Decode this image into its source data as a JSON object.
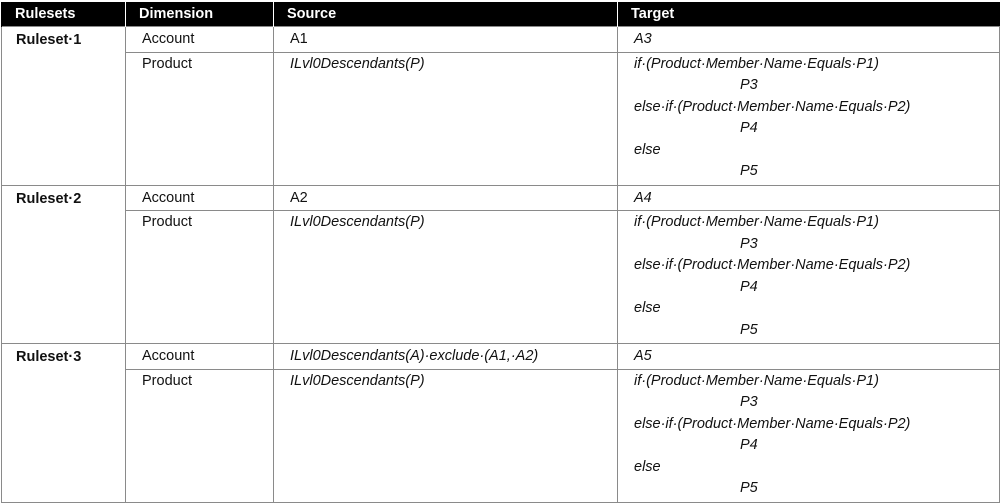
{
  "headers": {
    "rulesets": "Rulesets",
    "dimension": "Dimension",
    "source": "Source",
    "target": "Target"
  },
  "rulesets": [
    {
      "name": "Ruleset·1",
      "account": {
        "dimension": "Account",
        "source": "A1",
        "target": "A3"
      },
      "product": {
        "dimension": "Product",
        "source": "ILvl0Descendants(P)",
        "target_lines": [
          "if·(Product·Member·Name·Equals·P1)",
          "P3",
          "else·if·(Product·Member·Name·Equals·P2)",
          "P4",
          "else",
          "P5"
        ]
      }
    },
    {
      "name": "Ruleset·2",
      "account": {
        "dimension": "Account",
        "source": "A2",
        "target": "A4"
      },
      "product": {
        "dimension": "Product",
        "source": "ILvl0Descendants(P)",
        "target_lines": [
          "if·(Product·Member·Name·Equals·P1)",
          "P3",
          "else·if·(Product·Member·Name·Equals·P2)",
          "P4",
          "else",
          "P5"
        ]
      }
    },
    {
      "name": "Ruleset·3",
      "account": {
        "dimension": "Account",
        "source": "ILvl0Descendants(A)·exclude·(A1,·A2)",
        "target": "A5"
      },
      "product": {
        "dimension": "Product",
        "source": "ILvl0Descendants(P)",
        "target_lines": [
          "if·(Product·Member·Name·Equals·P1)",
          "P3",
          "else·if·(Product·Member·Name·Equals·P2)",
          "P4",
          "else",
          "P5"
        ]
      }
    }
  ]
}
